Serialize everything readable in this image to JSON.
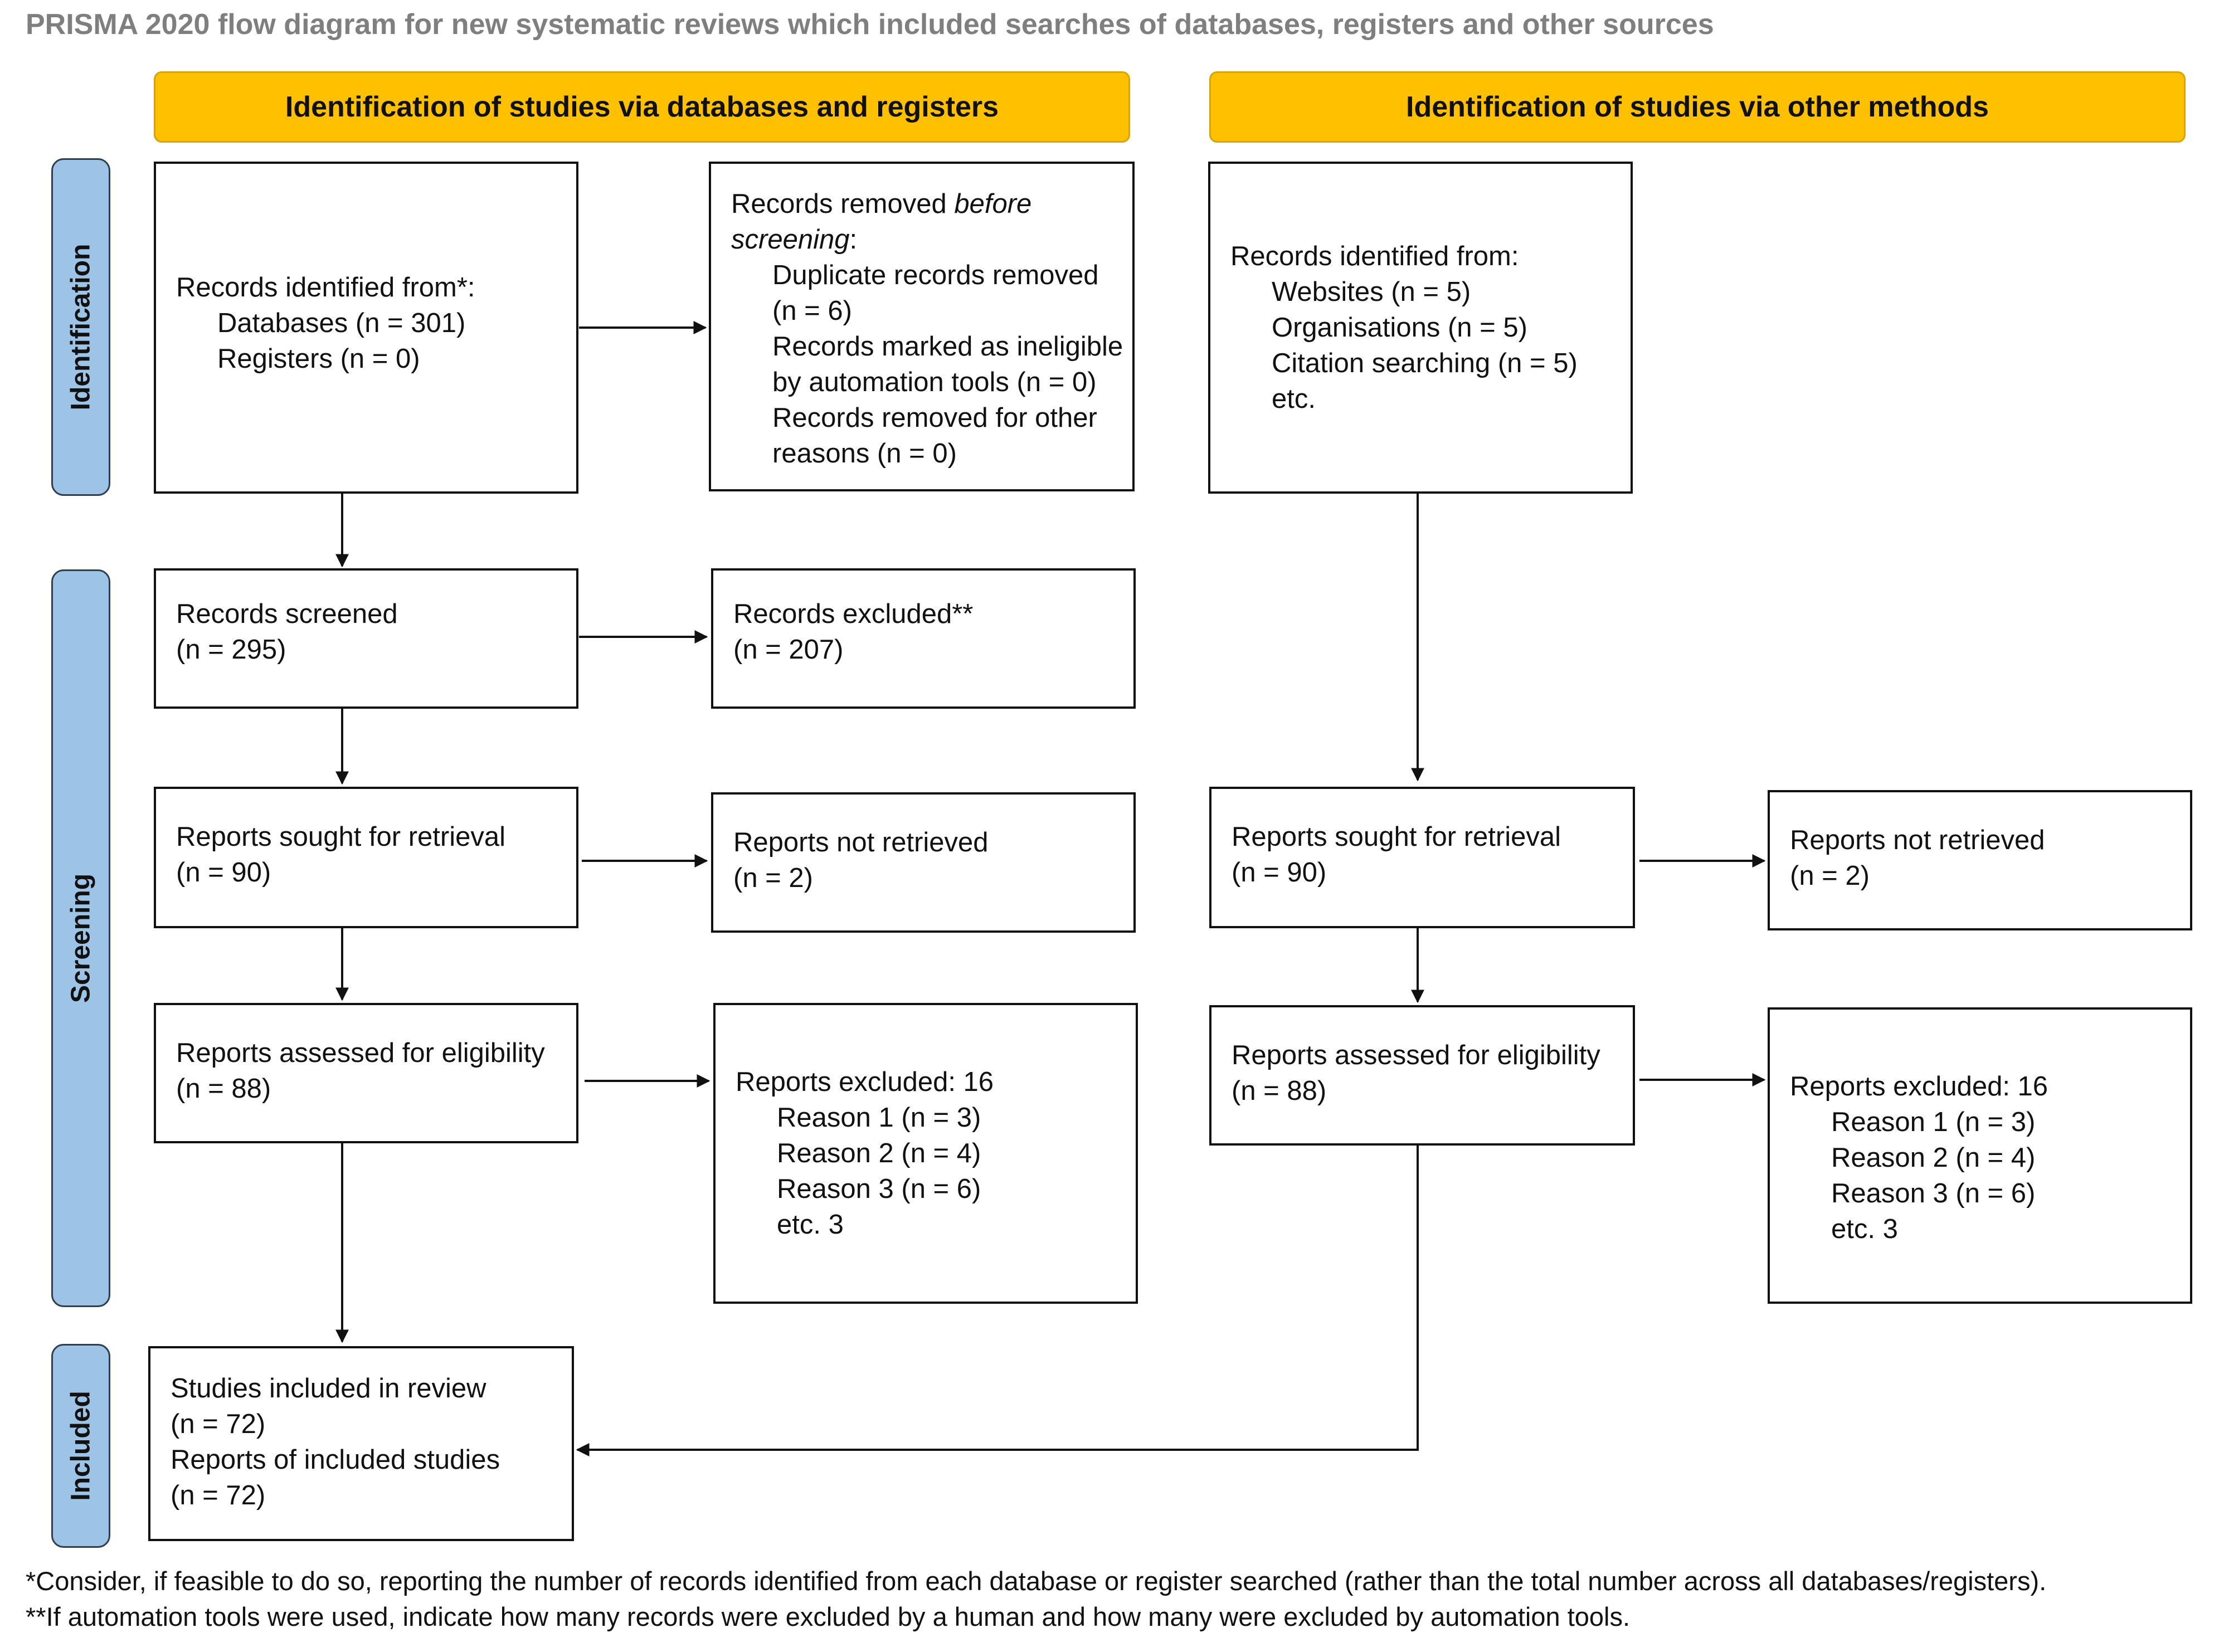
{
  "title": "PRISMA 2020 flow diagram for new systematic reviews which included searches of databases, registers and other sources",
  "headers": {
    "databases": "Identification of studies via databases and registers",
    "other": "Identification of studies via other methods"
  },
  "stages": {
    "identification": "Identification",
    "screening": "Screening",
    "included": "Included"
  },
  "db": {
    "identified": {
      "heading": "Records identified from*:",
      "databases": "Databases (n = 301)",
      "registers": "Registers (n = 0)"
    },
    "removed": {
      "heading_a": "Records removed ",
      "heading_b": "before",
      "heading_c": "screening",
      "heading_d": ":",
      "dup_1": "Duplicate records removed",
      "dup_2": "(n = 6)",
      "auto_1": "Records marked as ineligible",
      "auto_2": "by automation tools (n = 0)",
      "other_1": "Records removed for other",
      "other_2": "reasons (n = 0)"
    },
    "screened": {
      "label": "Records screened",
      "n": "(n = 295)"
    },
    "excluded": {
      "label": "Records excluded**",
      "n": "(n = 207)"
    },
    "sought": {
      "label": "Reports sought for retrieval",
      "n": "(n = 90)"
    },
    "not_retrieved": {
      "label": "Reports not retrieved",
      "n": "(n = 2)"
    },
    "assessed": {
      "label": "Reports assessed for eligibility",
      "n": "(n = 88)"
    },
    "reports_excluded": {
      "label": "Reports excluded: 16",
      "reasons": [
        "Reason 1 (n = 3)",
        "Reason 2 (n = 4)",
        "Reason 3 (n = 6)",
        "etc. 3"
      ]
    },
    "included": {
      "studies": "Studies included in review",
      "studies_n": "(n = 72)",
      "reports": "Reports of included studies",
      "reports_n": "(n = 72)"
    }
  },
  "other": {
    "identified": {
      "heading": "Records identified from:",
      "items": [
        "Websites (n = 5)",
        "Organisations (n = 5)",
        "Citation searching (n = 5)",
        "etc."
      ]
    },
    "sought": {
      "label": "Reports sought for retrieval",
      "n": "(n = 90)"
    },
    "not_retrieved": {
      "label": "Reports not retrieved",
      "n": "(n = 2)"
    },
    "assessed": {
      "label": "Reports assessed for eligibility",
      "n": "(n = 88)"
    },
    "reports_excluded": {
      "label": "Reports excluded:  16",
      "reasons": [
        "Reason 1 (n = 3)",
        "Reason 2 (n = 4)",
        "Reason 3 (n = 6)",
        "etc. 3"
      ]
    }
  },
  "footnotes": [
    "*Consider, if feasible to do so, reporting the number of records identified from each database or register searched (rather than the total number across all databases/registers).",
    "**If automation tools were used, indicate how many records were excluded by a human and how many were excluded by automation tools."
  ],
  "colors": {
    "header_fill": "#ffc000",
    "stage_fill": "#9dc3e6",
    "title_text": "#7f7f7f"
  }
}
